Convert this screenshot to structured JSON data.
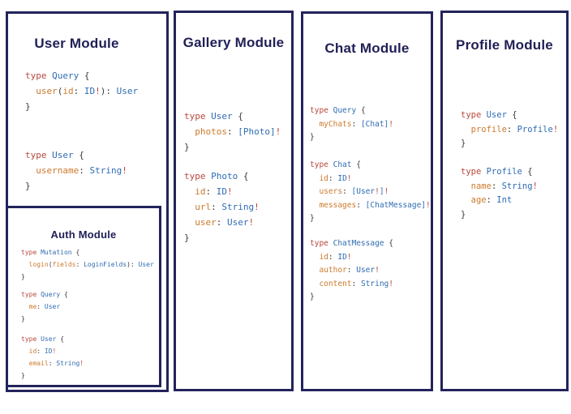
{
  "colors": {
    "border": "#23235c",
    "title": "#201f55",
    "keyword": "#b8473d",
    "type": "#2f6cb3",
    "field": "#cc7a2d",
    "punct": "#3a3a40",
    "bang": "#b8473d"
  },
  "modules": {
    "user": {
      "title": "User Module",
      "blocks": [
        [
          [
            [
              "type ",
              "k"
            ],
            [
              "Query ",
              "t"
            ],
            [
              "{",
              "p"
            ]
          ],
          [
            [
              "  user",
              "f"
            ],
            [
              "(",
              "p"
            ],
            [
              "id",
              "f"
            ],
            [
              ": ",
              "p"
            ],
            [
              "ID",
              "t"
            ],
            [
              "!",
              "b"
            ],
            [
              "): ",
              "p"
            ],
            [
              "User",
              "t"
            ]
          ],
          [
            [
              "}",
              "p"
            ]
          ]
        ],
        [
          [
            [
              "type ",
              "k"
            ],
            [
              "User ",
              "t"
            ],
            [
              "{",
              "p"
            ]
          ],
          [
            [
              "  username",
              "f"
            ],
            [
              ": ",
              "p"
            ],
            [
              "String",
              "t"
            ],
            [
              "!",
              "b"
            ]
          ],
          [
            [
              "}",
              "p"
            ]
          ]
        ]
      ]
    },
    "auth": {
      "title": "Auth Module",
      "blocks": [
        [
          [
            [
              "type ",
              "k"
            ],
            [
              "Mutation ",
              "t"
            ],
            [
              "{",
              "p"
            ]
          ],
          [
            [
              "  login",
              "f"
            ],
            [
              "(",
              "p"
            ],
            [
              "fields",
              "f"
            ],
            [
              ": ",
              "p"
            ],
            [
              "LoginFields",
              "t"
            ],
            [
              "): ",
              "p"
            ],
            [
              "User",
              "t"
            ]
          ],
          [
            [
              "}",
              "p"
            ]
          ]
        ],
        [
          [
            [
              "type ",
              "k"
            ],
            [
              "Query ",
              "t"
            ],
            [
              "{",
              "p"
            ]
          ],
          [
            [
              "  me",
              "f"
            ],
            [
              ": ",
              "p"
            ],
            [
              "User",
              "t"
            ]
          ],
          [
            [
              "}",
              "p"
            ]
          ]
        ],
        [
          [
            [
              "type ",
              "k"
            ],
            [
              "User ",
              "t"
            ],
            [
              "{",
              "p"
            ]
          ],
          [
            [
              "  id",
              "f"
            ],
            [
              ": ",
              "p"
            ],
            [
              "ID",
              "t"
            ],
            [
              "!",
              "b"
            ]
          ],
          [
            [
              "  email",
              "f"
            ],
            [
              ": ",
              "p"
            ],
            [
              "String",
              "t"
            ],
            [
              "!",
              "b"
            ]
          ],
          [
            [
              "}",
              "p"
            ]
          ]
        ]
      ]
    },
    "gallery": {
      "title": "Gallery Module",
      "blocks": [
        [
          [
            [
              "type ",
              "k"
            ],
            [
              "User ",
              "t"
            ],
            [
              "{",
              "p"
            ]
          ],
          [
            [
              "  photos",
              "f"
            ],
            [
              ": ",
              "p"
            ],
            [
              "[Photo]",
              "t"
            ],
            [
              "!",
              "b"
            ]
          ],
          [
            [
              "}",
              "p"
            ]
          ]
        ],
        [
          [
            [
              "type ",
              "k"
            ],
            [
              "Photo ",
              "t"
            ],
            [
              "{",
              "p"
            ]
          ],
          [
            [
              "  id",
              "f"
            ],
            [
              ": ",
              "p"
            ],
            [
              "ID",
              "t"
            ],
            [
              "!",
              "b"
            ]
          ],
          [
            [
              "  url",
              "f"
            ],
            [
              ": ",
              "p"
            ],
            [
              "String",
              "t"
            ],
            [
              "!",
              "b"
            ]
          ],
          [
            [
              "  user",
              "f"
            ],
            [
              ": ",
              "p"
            ],
            [
              "User",
              "t"
            ],
            [
              "!",
              "b"
            ]
          ],
          [
            [
              "}",
              "p"
            ]
          ]
        ]
      ]
    },
    "chat": {
      "title": "Chat Module",
      "blocks": [
        [
          [
            [
              "type ",
              "k"
            ],
            [
              "Query ",
              "t"
            ],
            [
              "{",
              "p"
            ]
          ],
          [
            [
              "  myChats",
              "f"
            ],
            [
              ": ",
              "p"
            ],
            [
              "[Chat]",
              "t"
            ],
            [
              "!",
              "b"
            ]
          ],
          [
            [
              "}",
              "p"
            ]
          ]
        ],
        [
          [
            [
              "type ",
              "k"
            ],
            [
              "Chat ",
              "t"
            ],
            [
              "{",
              "p"
            ]
          ],
          [
            [
              "  id",
              "f"
            ],
            [
              ": ",
              "p"
            ],
            [
              "ID",
              "t"
            ],
            [
              "!",
              "b"
            ]
          ],
          [
            [
              "  users",
              "f"
            ],
            [
              ": ",
              "p"
            ],
            [
              "[User",
              "t"
            ],
            [
              "!",
              "b"
            ],
            [
              "]",
              "t"
            ],
            [
              "!",
              "b"
            ]
          ],
          [
            [
              "  messages",
              "f"
            ],
            [
              ": ",
              "p"
            ],
            [
              "[ChatMessage]",
              "t"
            ],
            [
              "!",
              "b"
            ]
          ],
          [
            [
              "}",
              "p"
            ]
          ]
        ],
        [
          [
            [
              "type ",
              "k"
            ],
            [
              "ChatMessage ",
              "t"
            ],
            [
              "{",
              "p"
            ]
          ],
          [
            [
              "  id",
              "f"
            ],
            [
              ": ",
              "p"
            ],
            [
              "ID",
              "t"
            ],
            [
              "!",
              "b"
            ]
          ],
          [
            [
              "  author",
              "f"
            ],
            [
              ": ",
              "p"
            ],
            [
              "User",
              "t"
            ],
            [
              "!",
              "b"
            ]
          ],
          [
            [
              "  content",
              "f"
            ],
            [
              ": ",
              "p"
            ],
            [
              "String",
              "t"
            ],
            [
              "!",
              "b"
            ]
          ],
          [
            [
              "}",
              "p"
            ]
          ]
        ]
      ]
    },
    "profile": {
      "title": "Profile Module",
      "blocks": [
        [
          [
            [
              "type ",
              "k"
            ],
            [
              "User ",
              "t"
            ],
            [
              "{",
              "p"
            ]
          ],
          [
            [
              "  profile",
              "f"
            ],
            [
              ": ",
              "p"
            ],
            [
              "Profile",
              "t"
            ],
            [
              "!",
              "b"
            ]
          ],
          [
            [
              "}",
              "p"
            ]
          ]
        ],
        [
          [
            [
              "type ",
              "k"
            ],
            [
              "Profile ",
              "t"
            ],
            [
              "{",
              "p"
            ]
          ],
          [
            [
              "  name",
              "f"
            ],
            [
              ": ",
              "p"
            ],
            [
              "String",
              "t"
            ],
            [
              "!",
              "b"
            ]
          ],
          [
            [
              "  age",
              "f"
            ],
            [
              ": ",
              "p"
            ],
            [
              "Int",
              "t"
            ]
          ],
          [
            [
              "}",
              "p"
            ]
          ]
        ]
      ]
    }
  }
}
